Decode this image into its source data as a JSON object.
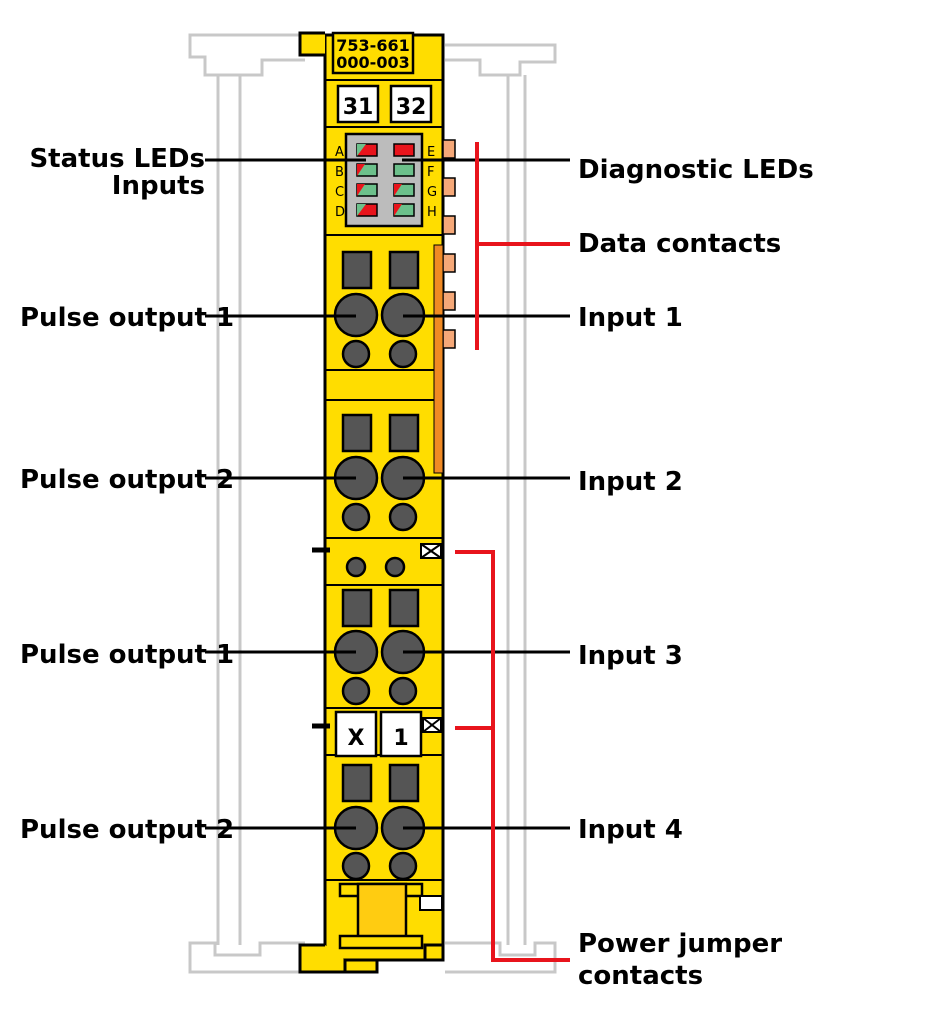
{
  "module": {
    "part_number_line1": "753-661",
    "part_number_line2": "000-003",
    "marker_top_left": "31",
    "marker_top_right": "32",
    "marker_mid_left": "X",
    "marker_mid_right": "1"
  },
  "led_letters": {
    "left": [
      "A",
      "B",
      "C",
      "D"
    ],
    "right": [
      "E",
      "F",
      "G",
      "H"
    ]
  },
  "labels": {
    "status_leds_line1": "Status LEDs",
    "status_leds_line2": "Inputs",
    "diagnostic_leds": "Diagnostic LEDs",
    "data_contacts": "Data contacts",
    "pulse_output_1a": "Pulse output 1",
    "input_1": "Input 1",
    "pulse_output_2a": "Pulse output 2",
    "input_2": "Input 2",
    "pulse_output_1b": "Pulse output 1",
    "input_3": "Input 3",
    "pulse_output_2b": "Pulse output 2",
    "input_4": "Input 4",
    "power_jumper_line1": "Power jumper",
    "power_jumper_line2": "contacts"
  },
  "colors": {
    "module_yellow": "#ffdd00",
    "highlight_red": "#e8141c",
    "led_green": "#6cc08b",
    "data_contact_orange": "#f5a878"
  }
}
